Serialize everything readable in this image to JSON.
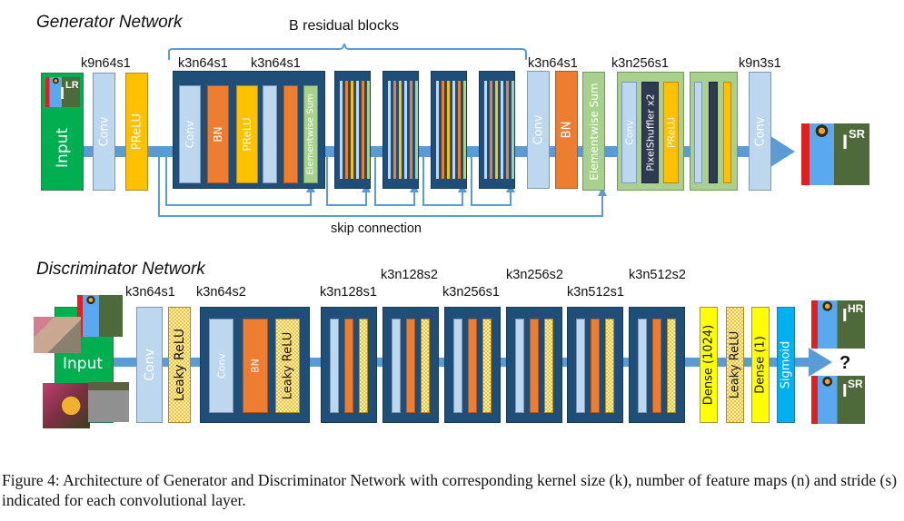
{
  "generator": {
    "title": "Generator Network",
    "residual_label": "B residual blocks",
    "skip_label": "skip connection",
    "input_label": "Input",
    "input_image_label": "I",
    "input_image_sup": "LR",
    "output_image_label": "I",
    "output_image_sup": "SR",
    "kernel_labels": {
      "first_conv": "k9n64s1",
      "res_conv1": "k3n64s1",
      "res_conv2": "k3n64s1",
      "post_conv": "k3n64s1",
      "upsample_conv": "k3n256s1",
      "final_conv": "k9n3s1"
    },
    "layers": {
      "conv": "Conv",
      "prelu": "PReLU",
      "bn": "BN",
      "elementwise_sum": "Elementwise Sum",
      "pixelshuffler": "PixelShuffler x2"
    }
  },
  "discriminator": {
    "title": "Discriminator Network",
    "input_label": "Input",
    "kernel_labels": [
      "k3n64s1",
      "k3n64s2",
      "k3n128s1",
      "k3n128s2",
      "k3n256s1",
      "k3n256s2",
      "k3n512s1",
      "k3n512s2"
    ],
    "layers": {
      "conv": "Conv",
      "leaky_relu": "Leaky ReLU",
      "bn": "BN",
      "dense1024": "Dense (1024)",
      "dense1": "Dense (1)",
      "sigmoid": "Sigmoid"
    },
    "question": "?",
    "hr_label": "I",
    "hr_sup": "HR",
    "sr_label": "I",
    "sr_sup": "SR"
  },
  "caption": "Figure 4: Architecture of Generator and Discriminator Network with corresponding kernel size (k), number of feature maps (n) and stride (s) indicated for each convolutional layer.",
  "colors": {
    "conv": "#bdd7ee",
    "prelu": "#ffc000",
    "bn": "#ed7d31",
    "sum": "#a9d18e",
    "block": "#1f4e79",
    "input": "#00b050",
    "dense": "#ffff00",
    "sigmoid": "#00b0f0",
    "pipe": "#5b9bd5"
  }
}
